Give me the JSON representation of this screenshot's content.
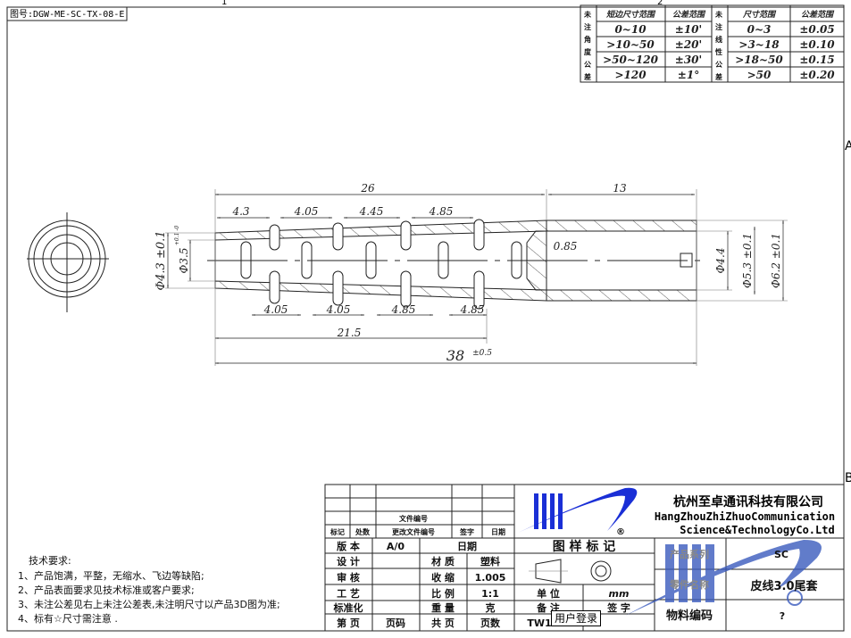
{
  "drawing_no": "图号:DGW-ME-SC-TX-08-E",
  "zone_marks": {
    "top1": "1",
    "top2": "2",
    "rightA": "A",
    "rightB": "B"
  },
  "tolerance_table": {
    "angle_label": [
      "未",
      "注",
      "角",
      "度",
      "公",
      "差"
    ],
    "angle_headers": [
      "短边尺寸范围",
      "公差范围"
    ],
    "angle_rows": [
      [
        "0~10",
        "±10'"
      ],
      [
        ">10~50",
        "±20'"
      ],
      [
        ">50~120",
        "±30'"
      ],
      [
        ">120",
        "±1°"
      ]
    ],
    "linear_label": [
      "未",
      "注",
      "线",
      "性",
      "公",
      "差"
    ],
    "linear_headers": [
      "尺寸范围",
      "公差范围"
    ],
    "linear_rows": [
      [
        "0~3",
        "±0.05"
      ],
      [
        ">3~18",
        "±0.10"
      ],
      [
        ">18~50",
        "±0.15"
      ],
      [
        ">50",
        "±0.20"
      ]
    ]
  },
  "dimensions": {
    "d26": "26",
    "d13": "13",
    "d4_3": "4.3",
    "d4_05a": "4.05",
    "d4_45": "4.45",
    "d4_85a": "4.85",
    "b4_05a": "4.05",
    "b4_05b": "4.05",
    "b4_85a": "4.85",
    "b4_85b": "4.85",
    "d21_5": "21.5",
    "d38": "38",
    "d38_tol": "±0.5",
    "d0_85": "0.85",
    "phi4_3": "Φ4.3 ±0.1",
    "phi3_5": "Φ3.5",
    "phi3_5_tol": "+0.1 -0",
    "phi4_4": "Φ4.4",
    "phi5_3": "Φ5.3 ±0.1",
    "phi6_2": "Φ6.2 ±0.1"
  },
  "notes": {
    "title": "技术要求:",
    "items": [
      "1、产品饱满，平整，无缩水、飞边等缺陷;",
      "2、产品表面要求见技术标准或客户要求;",
      "3、未注公差见右上未注公差表,未注明尺寸以产品3D图为准;",
      "4、标有☆尺寸需注意 ."
    ]
  },
  "title_block": {
    "file_no_label": "文件编号",
    "rev_headers": [
      "标记",
      "处数",
      "更改文件编号",
      "签字",
      "日期"
    ],
    "company_cn": "杭州至卓通讯科技有限公司",
    "company_en1": "HangZhouZhiZhuoCommunication",
    "company_en2": "Science&TechnologyCo.Ltd",
    "registered": "®",
    "version_label": "版 本",
    "version_value": "A/0",
    "date_label": "日期",
    "drawing_mark_label": "图 样 标 记",
    "design_label": "设 计",
    "material_label": "材 质",
    "material_value": "塑料",
    "review_label": "审 核",
    "shrink_label": "收 缩",
    "shrink_value": "1.005",
    "process_label": "工 艺",
    "scale_label": "比 例",
    "scale_value": "1:1",
    "unit_label": "单 位",
    "unit_value": "mm",
    "standard_label": "标准化",
    "weight_label": "重 量",
    "weight_unit": "克",
    "remark_label": "备 注",
    "sign_label": "签 字",
    "page_label": "第 页",
    "page_value": "页码",
    "total_label": "共 页",
    "total_value": "页数",
    "remark_value": "TW1",
    "series_label": "产品系列",
    "series_value": "SC",
    "part_name_label": "零件名称",
    "part_name_value": "皮线3.0尾套",
    "material_code_label": "物料编码",
    "material_code_value": "?"
  },
  "tooltip": "用户登录",
  "colors": {
    "logo_blue": "#1a2fd6",
    "watermark_blue": "#3a5bbd"
  }
}
